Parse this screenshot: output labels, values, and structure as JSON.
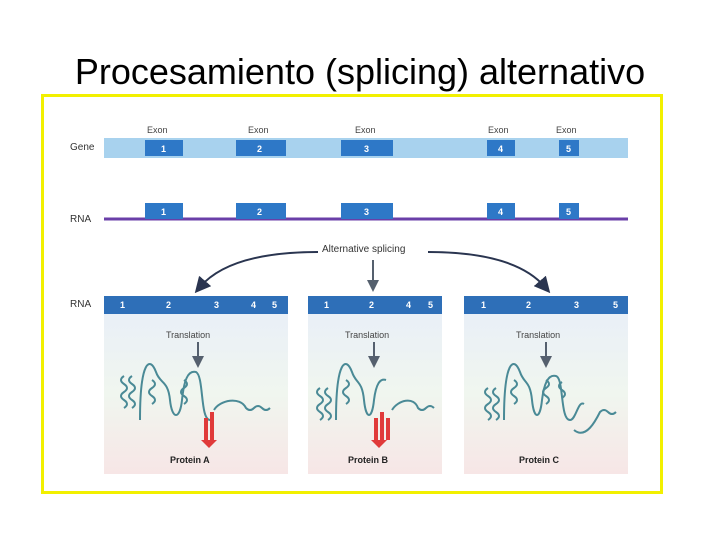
{
  "title": "Procesamiento (splicing) alternativo",
  "labels": {
    "gene": "Gene",
    "rna_top": "RNA",
    "rna_bottom": "RNA",
    "exon": "Exon",
    "alt_splicing": "Alternative splicing",
    "translation": "Translation"
  },
  "exons": [
    "1",
    "2",
    "3",
    "4",
    "5"
  ],
  "spliced_variants": [
    {
      "exons": [
        "1",
        "2",
        "3",
        "4",
        "5"
      ],
      "protein": "Protein A"
    },
    {
      "exons": [
        "1",
        "2",
        "4",
        "5"
      ],
      "protein": "Protein B"
    },
    {
      "exons": [
        "1",
        "2",
        "3",
        "5"
      ],
      "protein": "Protein C"
    }
  ],
  "colors": {
    "frame_border": "#f2f000",
    "exon_box": "#2e78c7",
    "gene_bar": "#a8d2ee",
    "rna_line": "#6a3fa8",
    "mrna_bar": "#2e6fb8",
    "protein_red": "#e03a3a",
    "protein_teal": "#4a8a96"
  }
}
